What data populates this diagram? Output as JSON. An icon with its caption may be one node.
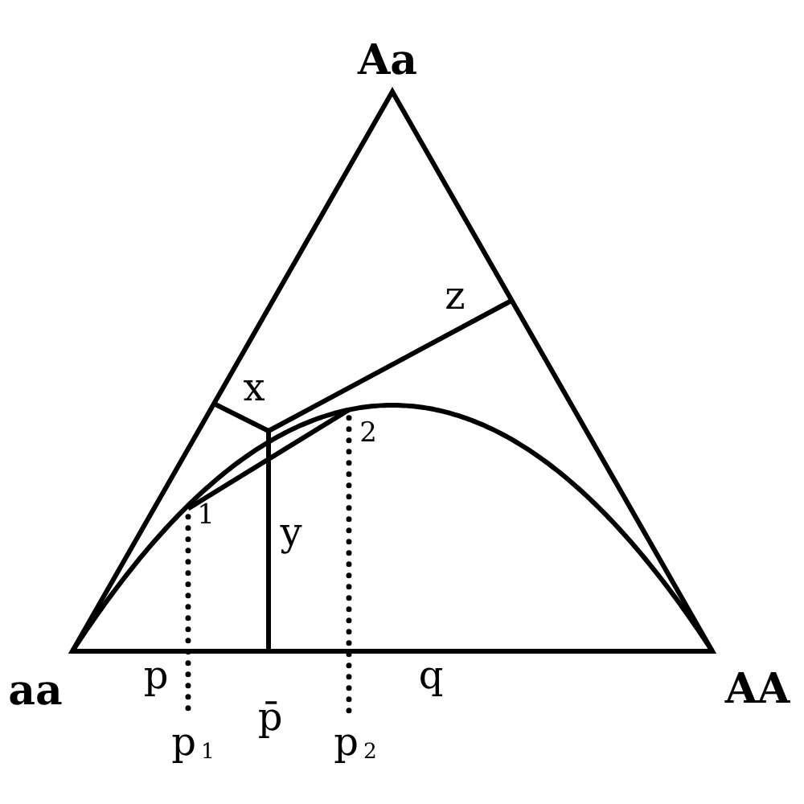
{
  "diagram": {
    "labels": [
      "Aa",
      "z",
      "x",
      "2",
      "1",
      "y",
      "aa",
      "p",
      "q",
      "AA",
      "p$_{1}$",
      "p̄",
      "p$_{2}$"
    ]
  }
}
